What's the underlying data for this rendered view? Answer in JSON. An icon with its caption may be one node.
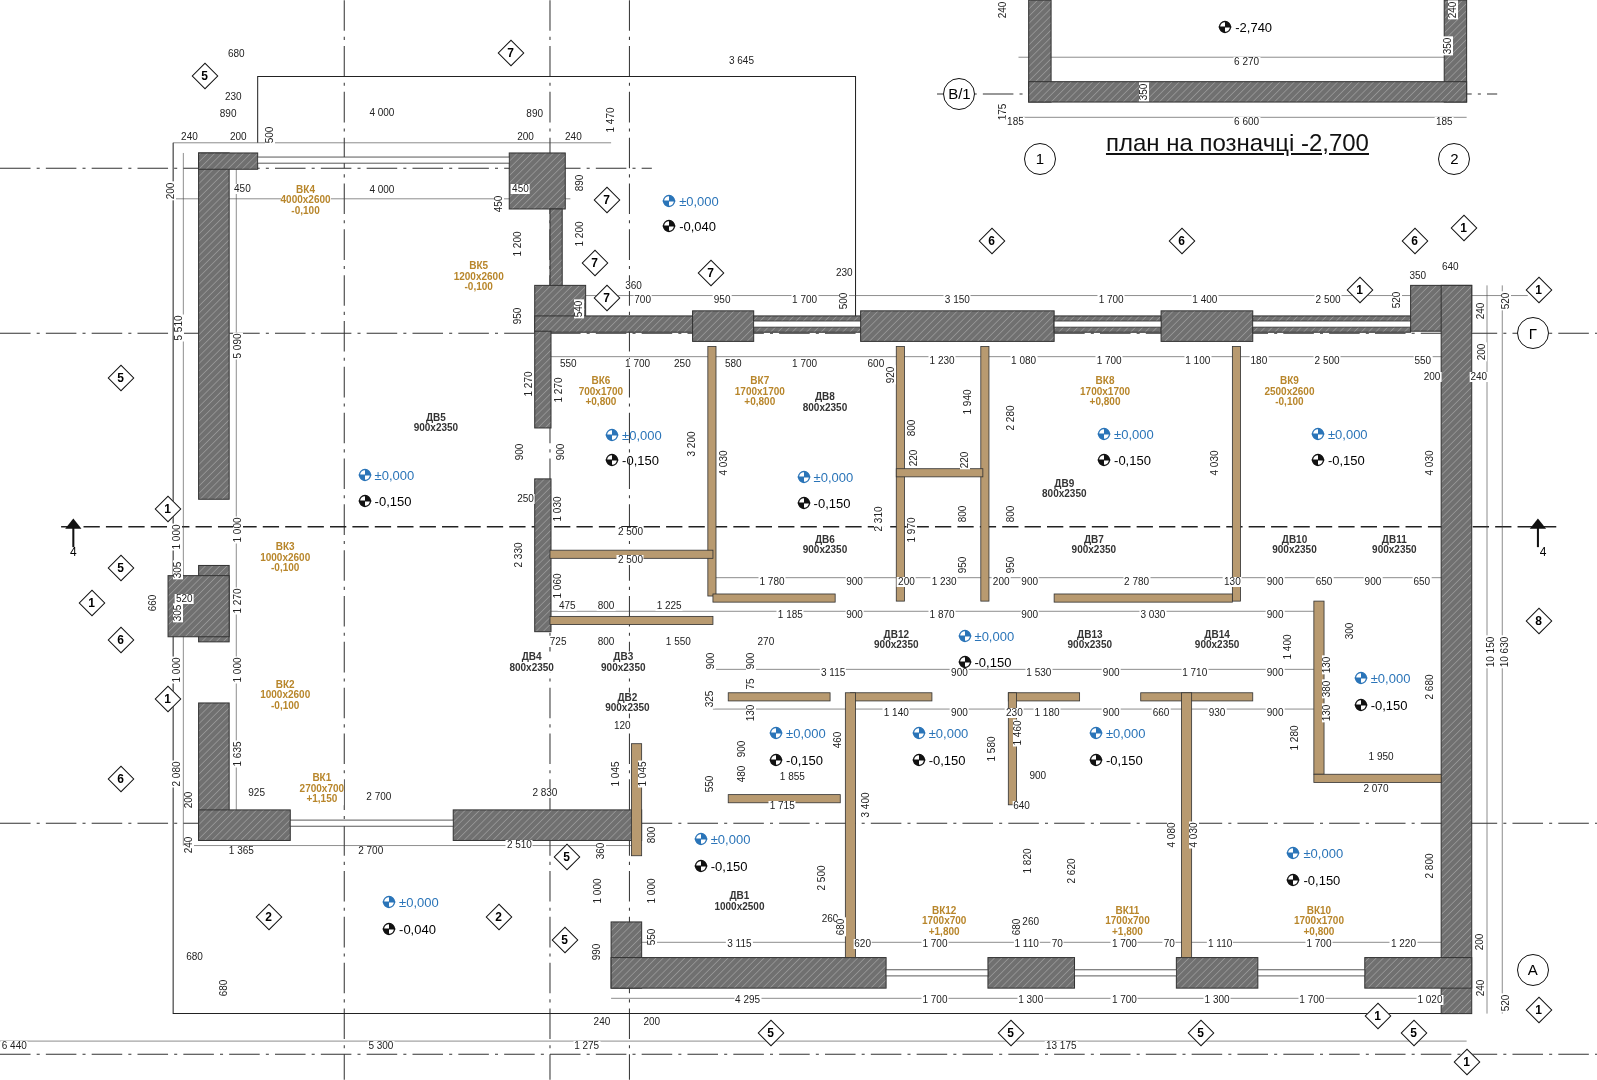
{
  "diagram": {
    "title": "план на позначці -2,700",
    "nodes": [
      {
        "text": [
          "7"
        ]
      },
      {
        "text": [
          "5"
        ]
      },
      {
        "text": [
          "В/1"
        ]
      },
      {
        "text": [
          "1"
        ]
      },
      {
        "text": [
          "2"
        ]
      },
      {
        "text": [
          "7"
        ]
      },
      {
        "text": [
          "1"
        ]
      },
      {
        "text": [
          "6"
        ]
      },
      {
        "text": [
          "6"
        ]
      },
      {
        "text": [
          "6"
        ]
      },
      {
        "text": [
          "7"
        ]
      },
      {
        "text": [
          "7"
        ]
      },
      {
        "text": [
          "1"
        ]
      },
      {
        "text": [
          "1"
        ]
      },
      {
        "text": [
          "7"
        ]
      },
      {
        "text": [
          "Г"
        ]
      },
      {
        "text": [
          "5"
        ]
      },
      {
        "text": [
          "1"
        ]
      },
      {
        "text": [
          "5"
        ]
      },
      {
        "text": [
          "1"
        ]
      },
      {
        "text": [
          "8"
        ]
      },
      {
        "text": [
          "6"
        ]
      },
      {
        "text": [
          "1"
        ]
      },
      {
        "text": [
          "6"
        ]
      },
      {
        "text": [
          "5"
        ]
      },
      {
        "text": [
          "2"
        ]
      },
      {
        "text": [
          "2"
        ]
      },
      {
        "text": [
          "5"
        ]
      },
      {
        "text": [
          "А"
        ]
      },
      {
        "text": [
          "1"
        ]
      },
      {
        "text": [
          "1"
        ]
      },
      {
        "text": [
          "5"
        ]
      },
      {
        "text": [
          "5"
        ]
      },
      {
        "text": [
          "5"
        ]
      },
      {
        "text": [
          "5"
        ]
      },
      {
        "text": [
          "1"
        ]
      }
    ],
    "labels": [
      "680",
      "3 645",
      "230",
      "890",
      "4 000",
      "890",
      "1 470",
      "240",
      "200",
      "500",
      "200",
      "240",
      "890",
      "450",
      "4 000",
      "450",
      "200",
      "ВК4 4000x2600 -0,100",
      "450",
      "1 200",
      "1 200",
      "ВК5 1200x2600 -0,100",
      "230",
      "360",
      "540",
      "500",
      "700",
      "950",
      "1 700",
      "3 150",
      "1 700",
      "1 400",
      "2 500",
      "520",
      "350",
      "640",
      "520",
      "240",
      "5 510",
      "5 090",
      "950",
      "550",
      "1 700",
      "250",
      "580",
      "1 700",
      "600",
      "920",
      "1 230",
      "1 080",
      "1 700",
      "1 100",
      "180",
      "2 500",
      "550",
      "200",
      "200",
      "240",
      "ДВ5 900x2350",
      "1 270",
      "1 270",
      "ВК6 700x1700 +0,800",
      "ВК7 1700x1700 +0,800",
      "ДВ8 800x2350",
      "1 940",
      "2 280",
      "ВК8 1700x1700 +0,800",
      "ВК9 2500x2600 -0,100",
      "900",
      "900",
      "3 200",
      "4 030",
      "800",
      "220",
      "220",
      "4 030",
      "4 030",
      "ДВ9 800x2350",
      "250",
      "1 030",
      "2 310",
      "1 970",
      "800",
      "800",
      "1 000",
      "1 000",
      "ВК3 1000x2600 -0,100",
      "2 330",
      "2 500",
      "2 500",
      "ДВ6 900x2350",
      "ДВ7 900x2350",
      "ДВ10 900x2350",
      "ДВ11 900x2350",
      "305",
      "520",
      "660",
      "305",
      "1 270",
      "1 060",
      "950",
      "950",
      "1 780",
      "900",
      "200",
      "1 230",
      "200",
      "900",
      "2 780",
      "130",
      "900",
      "650",
      "900",
      "650",
      "475",
      "800",
      "1 225",
      "1 185",
      "900",
      "1 870",
      "900",
      "3 030",
      "900",
      "725",
      "800",
      "1 550",
      "270",
      "ДВ12 900x2350",
      "ДВ13 900x2350",
      "ДВ14 900x2350",
      "1 400",
      "300",
      "ДВ4 800x2350",
      "ДВ3 900x2350",
      "1 000",
      "1 000",
      "ВК2 1000x2600 -0,100",
      "ДВ2 900x2350",
      "325",
      "900",
      "75",
      "900",
      "130",
      "3 115",
      "900",
      "1 530",
      "900",
      "1 710",
      "900",
      "130",
      "380",
      "130",
      "2 680",
      "1 140",
      "900",
      "230",
      "1 180",
      "900",
      "660",
      "930",
      "900",
      "1 635",
      "120",
      "900",
      "460",
      "1 580",
      "1 460",
      "1 280",
      "1 950",
      "2 080",
      "1 045",
      "1 045",
      "550",
      "480",
      "1 855",
      "900",
      "200",
      "925",
      "ВК1 2700x700 +1,150",
      "2 700",
      "2 830",
      "1 715",
      "3 400",
      "640",
      "2 070",
      "800",
      "4 080",
      "4 030",
      "240",
      "1 365",
      "2 700",
      "2 510",
      "360",
      "1 820",
      "2 620",
      "2 800",
      "2 500",
      "1 000",
      "1 000",
      "ДВ1 1000x2500",
      "260",
      "680",
      "680",
      "260",
      "ВК12 1700x700 +1,800",
      "ВК11 1700x700 +1,800",
      "ВК10 1700x1700 +0,800",
      "550",
      "990",
      "680",
      "3 115",
      "620",
      "1 700",
      "1 110",
      "70",
      "1 700",
      "70",
      "1 110",
      "1 700",
      "1 220",
      "200",
      "680",
      "4 295",
      "1 700",
      "1 300",
      "1 700",
      "1 300",
      "1 700",
      "1 020",
      "240",
      "520",
      "240",
      "200",
      "6 440",
      "5 300",
      "1 275",
      "13 175",
      "10 150",
      "10 630",
      "±0,000",
      "-0,040",
      "±0,000",
      "-0,150",
      "±0,000",
      "-0,150",
      "±0,000",
      "-0,150",
      "±0,000",
      "-0,150",
      "±0,000",
      "-0,150",
      "±0,000",
      "-0,150",
      "±0,000",
      "-0,150",
      "±0,000",
      "-0,150",
      "±0,000",
      "-0,150",
      "±0,000",
      "-0,150",
      "±0,000",
      "-0,150",
      "±0,000",
      "-0,040",
      "±0,000",
      "-0,150",
      "4",
      "4",
      "240",
      "240",
      "-2,740",
      "350",
      "6 270",
      "350",
      "175",
      "185",
      "6 600",
      "185"
    ]
  }
}
